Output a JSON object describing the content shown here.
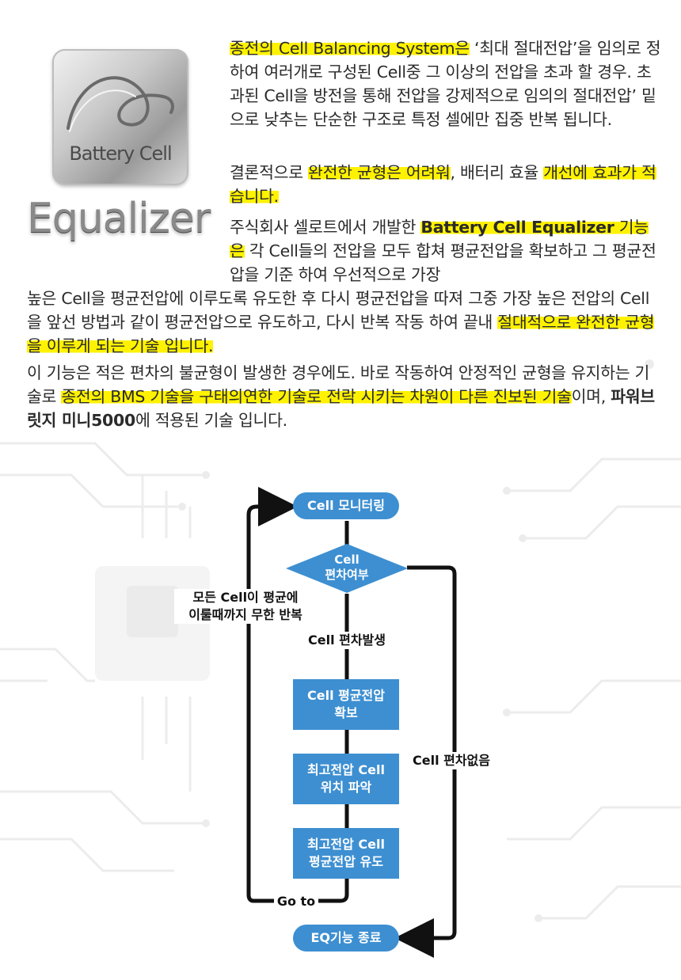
{
  "logo": {
    "tile_text": "Battery Cell",
    "word": "Equalizer"
  },
  "paragraphs": {
    "p1": {
      "hl1": "종전의 Cell Balancing System은",
      "rest": " ‘최대 절대전압’을 임의로 정하여 여러개로 구성된 Cell중 그 이상의 전압을 초과 할 경우. 초과된 Cell을 방전을 통해 전압을 강제적으로 임의의 절대전압’ 밑으로 낮추는 단순한 구조로 특정 셀에만 집중 반복 됩니다."
    },
    "p2": {
      "pre": "결론적으로 ",
      "hl1": "완전한 균형은 어려워",
      "mid": ", 배터리 효율 ",
      "hl2": "개선에 효과가 적습니다."
    },
    "p3": {
      "pre": "주식회사 셀로트에서 개발한 ",
      "hl_bold": "Battery Cell Equalizer",
      "hl2": " 기능은",
      "rest1": " 각 Cell들의 전압을 모두 합쳐 평균전압을 확보하고 그 평균전압을 기준 하여 우선적으로 가장",
      "rest2": "높은 Cell을 평균전압에 이루도록 유도한 후 다시 평균전압을 따져 그중 가장 높은 전압의 Cell을 앞선 방법과 같이 평균전압으로 유도하고, 다시 반복 작동 하여 끝내 ",
      "hl3": "절대적으로 완전한 균형을 이루게 되는 기술 입니다."
    },
    "p4": {
      "pre": "이 기능은 적은 편차의 불균형이 발생한 경우에도. 바로 작동하여 안정적인 균형을 유지하는 기술로 ",
      "hl1": "종전의 BMS 기술을 구태의연한 기술로 전락 시키는 차원이 다른 진보된 기술",
      "mid": "이며, ",
      "bold": "파워브릿지 미니5000",
      "post": "에 적용된 기술 입니다."
    }
  },
  "flowchart": {
    "start": "Cell 모니터링",
    "decision_line1": "Cell",
    "decision_line2": "편차여부",
    "loop_label_line1": "모든 Cell이 평균에",
    "loop_label_line2": "이룰때까지 무한 반복",
    "yes_label": "Cell 편차발생",
    "step1_line1": "Cell 평균전압",
    "step1_line2": "확보",
    "step2_line1": "최고전압 Cell",
    "step2_line2": "위치 파악",
    "step3_line1": "최고전압 Cell",
    "step3_line2": "평균전압 유도",
    "goto_label": "Go to",
    "no_label": "Cell 편차없음",
    "end": "EQ기능 종료"
  },
  "colors": {
    "highlight": "#fff200",
    "flow_blue": "#3d8fd1"
  }
}
